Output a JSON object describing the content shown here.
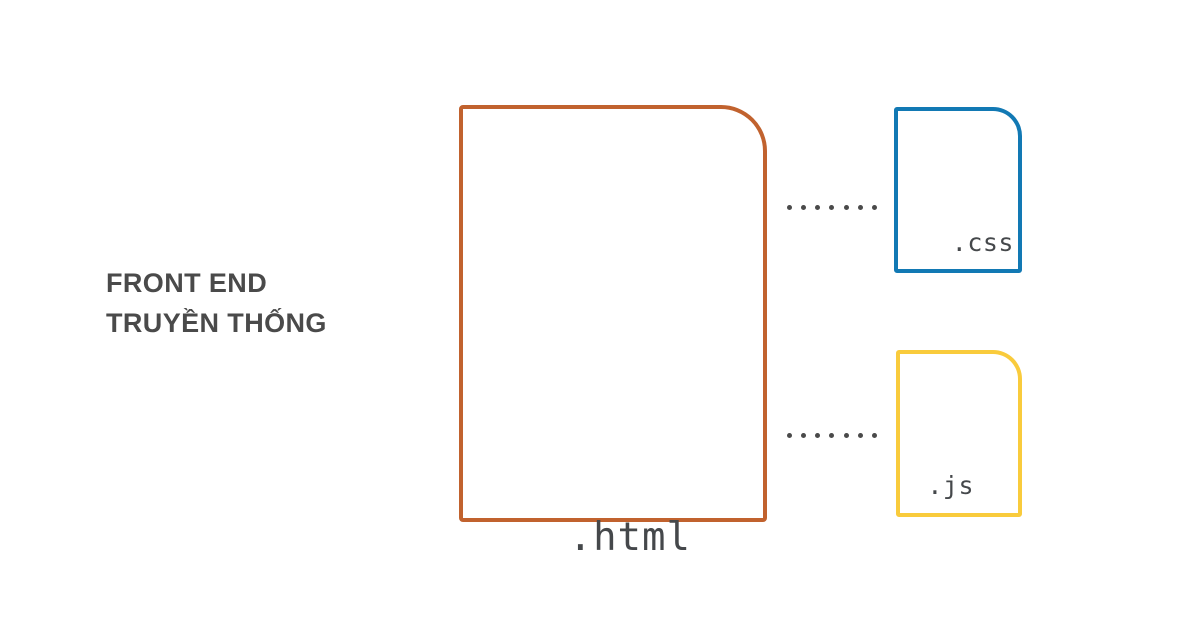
{
  "diagram": {
    "title": "Front end truyền thống",
    "caption": {
      "line1": "FRONT END",
      "line2": "TRUYỀN THỐNG"
    },
    "colors": {
      "background": "#ffffff",
      "caption_text": "#4a4a4a",
      "html_accent": "#c1622e",
      "css_accent": "#1279b4",
      "js_accent": "#f9cb3c",
      "file_label_text": "#45484b",
      "connector_dot": "#4a4a4a"
    },
    "nodes": [
      {
        "id": "html",
        "label": ".html",
        "icon": "file-document-icon",
        "color": "#c1622e",
        "role": "primary"
      },
      {
        "id": "css",
        "label": ".css",
        "icon": "file-document-icon",
        "color": "#1279b4",
        "role": "secondary"
      },
      {
        "id": "js",
        "label": ".js",
        "icon": "file-document-icon",
        "color": "#f9cb3c",
        "role": "secondary"
      }
    ],
    "connectors": [
      {
        "id": "html-to-css",
        "from": "html",
        "to": "css",
        "style": "dotted",
        "dot_count": 7
      },
      {
        "id": "html-to-js",
        "from": "html",
        "to": "js",
        "style": "dotted",
        "dot_count": 7
      }
    ]
  }
}
